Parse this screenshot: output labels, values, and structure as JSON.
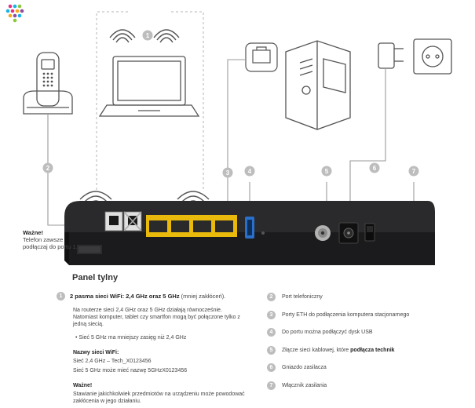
{
  "callouts": [
    "1",
    "2",
    "3",
    "4",
    "5",
    "6",
    "7"
  ],
  "warning": {
    "title": "Ważne!",
    "text": "Telefon zawsze podłączaj do portu 1."
  },
  "panel_title": "Panel tylny",
  "left_column": {
    "item1_number": "1",
    "item1_bold": "2 pasma sieci WiFi: 2,4 GHz oraz 5 GHz",
    "item1_rest": " (mniej zakłóceń).",
    "paragraph": "Na routerze sieci 2,4 GHz oraz 5 GHz działają równocześnie. Natomiast komputer, tablet czy smartfon mogą być połączone tylko z jedną siecią.",
    "bullet": "•  Sieć 5 GHz ma mniejszy zasięg niż 2,4 GHz",
    "wifi_names_title": "Nazwy sieci WiFi:",
    "wifi_name_1": "Sieć 2,4 GHz – Tech_X0123456",
    "wifi_name_2": "Sieć 5 GHz może mieć nazwę 5GHzX0123456",
    "note_title": "Ważne!",
    "note_text": "Stawianie jakichkolwiek przedmiotów na urządzeniu może powodować zakłócenia w jego działaniu."
  },
  "right_column": [
    {
      "number": "2",
      "text": "Port telefoniczny",
      "bold": ""
    },
    {
      "number": "3",
      "text": "Porty ETH do podłączenia komputera stacjonarnego",
      "bold": ""
    },
    {
      "number": "4",
      "text": "Do portu można podłączyć dysk USB",
      "bold": ""
    },
    {
      "number": "5",
      "text": "Złącze sieci kablowej, które ",
      "bold": "podłącza technik"
    },
    {
      "number": "6",
      "text": "Gniazdo zasilacza",
      "bold": ""
    },
    {
      "number": "7",
      "text": "Włącznik zasilania",
      "bold": ""
    }
  ],
  "colors": {
    "accent_ports": "#e9b90c",
    "usb_blue": "#2a6fc9",
    "router_body": "#1d1d1f",
    "callout_gray": "#bdbdbd",
    "line_gray": "#9a9a9a"
  }
}
